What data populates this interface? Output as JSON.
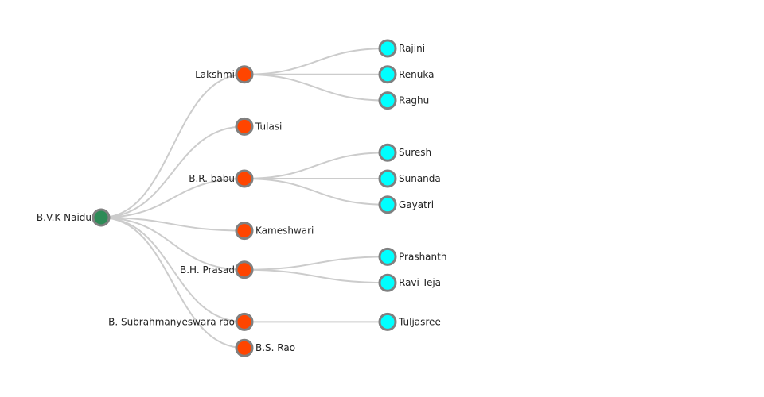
{
  "colors": {
    "root": "#2e8b57",
    "child": "#ff4500",
    "grandchild": "#00ffff",
    "link": "#cccccc",
    "node_stroke": "#808080"
  },
  "tree": {
    "name": "B.V.K Naidu",
    "children": [
      {
        "name": "Lakshmi",
        "children": [
          {
            "name": "Rajini"
          },
          {
            "name": "Renuka"
          },
          {
            "name": "Raghu"
          }
        ]
      },
      {
        "name": "Tulasi"
      },
      {
        "name": "B.R. babu",
        "children": [
          {
            "name": "Suresh"
          },
          {
            "name": "Sunanda"
          },
          {
            "name": "Gayatri"
          }
        ]
      },
      {
        "name": "Kameshwari"
      },
      {
        "name": "B.H. Prasad",
        "children": [
          {
            "name": "Prashanth"
          },
          {
            "name": "Ravi Teja"
          }
        ]
      },
      {
        "name": "B. Subrahmanyeswara rao",
        "children": [
          {
            "name": "Tuljasree"
          }
        ]
      },
      {
        "name": "B.S. Rao"
      }
    ]
  }
}
